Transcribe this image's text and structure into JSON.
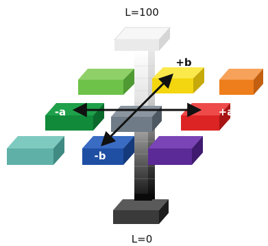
{
  "labels": {
    "top": "L=100",
    "bottom": "L=0",
    "plus_b": "+b",
    "minus_b": "-b",
    "minus_a": "-a",
    "plus_a": "+a"
  },
  "colors": {
    "light_green": "#6ec24a",
    "green": "#118a3a",
    "teal": "#5fb0a6",
    "yellow": "#f3d610",
    "orange": "#ee7e1c",
    "red": "#dc2424",
    "blue": "#1f4fa3",
    "purple": "#5b2a96",
    "center_gray": "#6f7b86",
    "axis_arrow": "#111111"
  }
}
